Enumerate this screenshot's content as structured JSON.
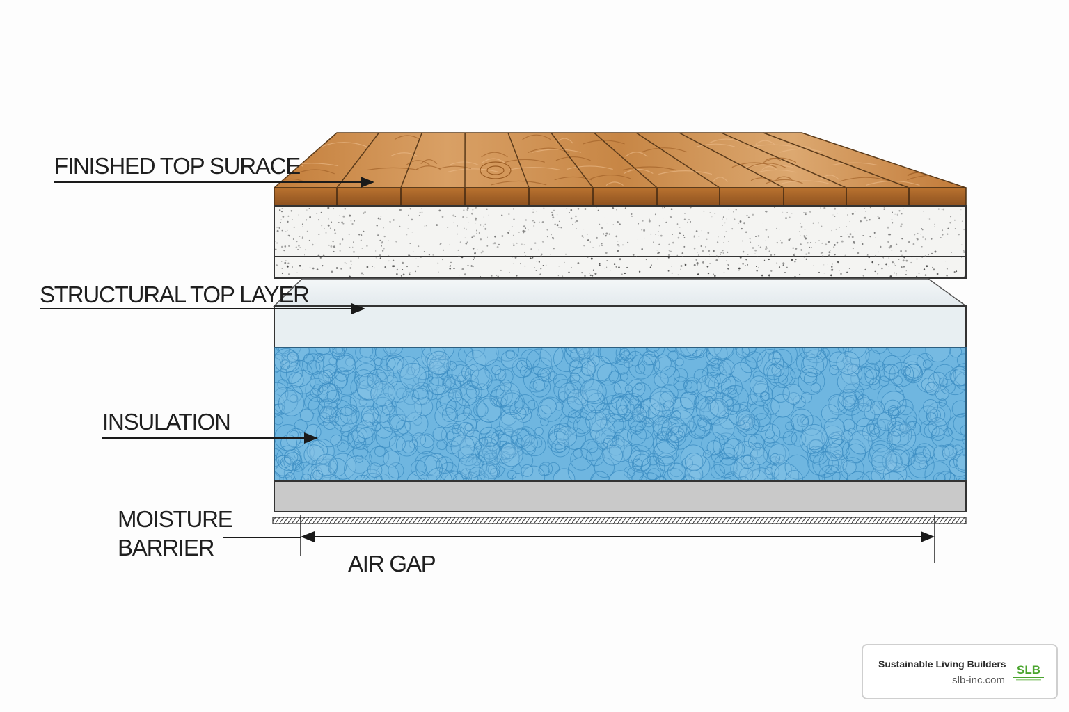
{
  "labels": {
    "finished_top_surface": "FINISHED TOP SURACE",
    "structural_top_layer": "STRUCTURAL TOP LAYER",
    "insulation": "INSULATION",
    "moisture_barrier_line1": "MOISTURE",
    "moisture_barrier_line2": "BARRIER",
    "air_gap": "AIR GAP"
  },
  "brand": {
    "name": "Sustainable Living Builders",
    "url": "slb-inc.com",
    "logo_text": "SLB",
    "logo_color": "#4aa52e"
  },
  "colors": {
    "wood": "#c98a4a",
    "wood_dark": "#8f5520",
    "subfloor": "#f3f3f1",
    "structural": "#e9f0f3",
    "insulation": "#6bb4df",
    "insulation_cell": "#3f8fc4",
    "barrier": "#c8c8c8",
    "outline": "#333333"
  }
}
